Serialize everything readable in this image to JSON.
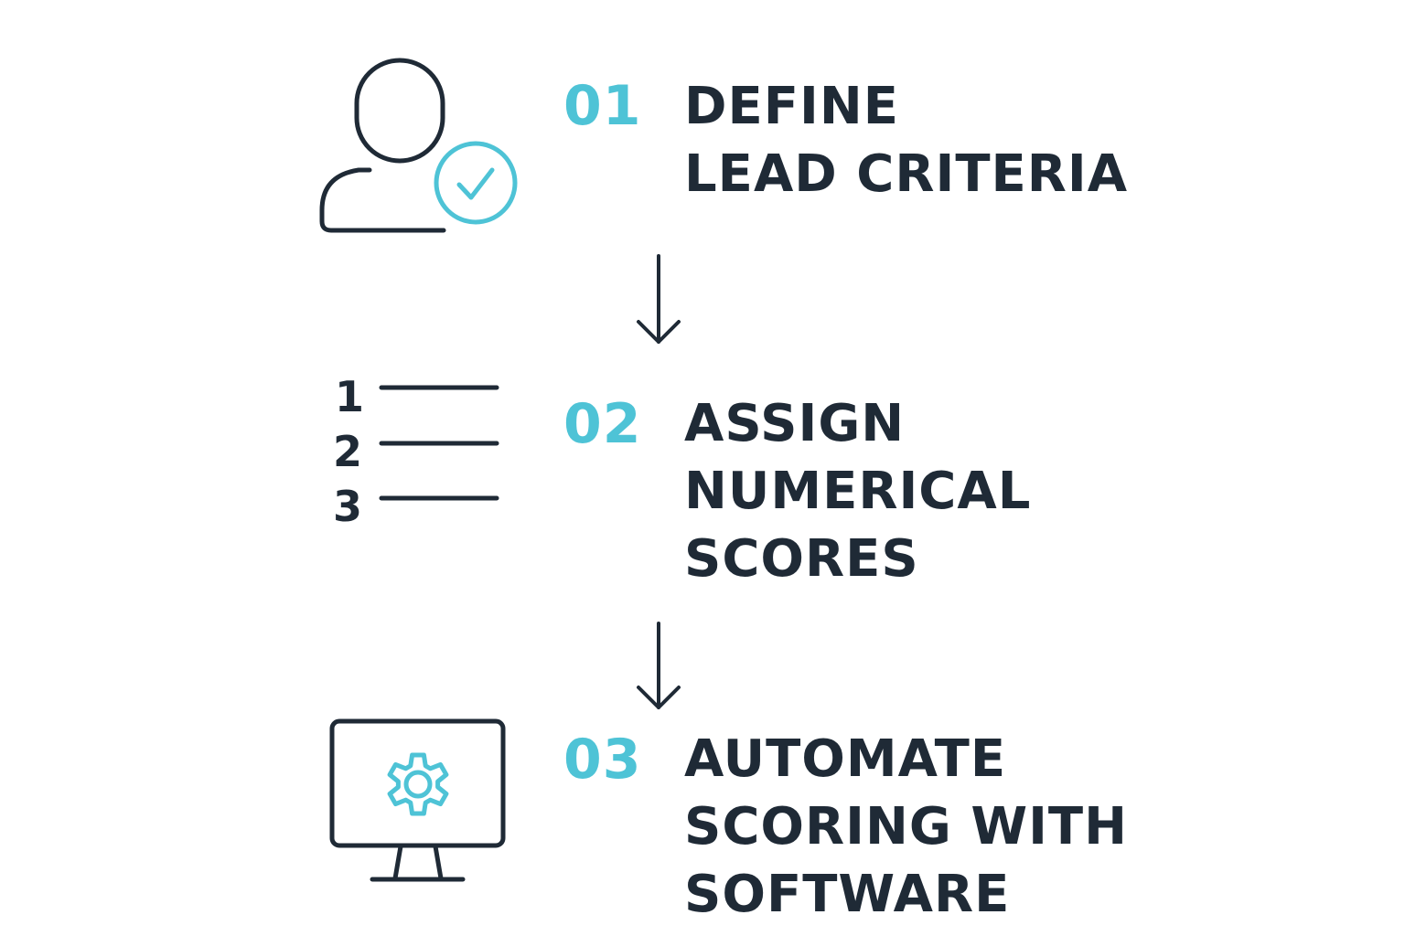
{
  "colors": {
    "dark": "#1f2a36",
    "accent": "#4ec3d6",
    "background": "#ffffff"
  },
  "steps": [
    {
      "number": "01",
      "title_lines": [
        "DEFINE",
        "LEAD CRITERIA"
      ],
      "icon": "user-check-icon"
    },
    {
      "number": "02",
      "title_lines": [
        "ASSIGN",
        "NUMERICAL",
        "SCORES"
      ],
      "icon": "numbered-list-icon",
      "list_numbers": [
        "1",
        "2",
        "3"
      ]
    },
    {
      "number": "03",
      "title_lines": [
        "AUTOMATE",
        "SCORING WITH",
        "SOFTWARE"
      ],
      "icon": "monitor-gear-icon"
    }
  ],
  "connectors": [
    "arrow-down-icon",
    "arrow-down-icon"
  ]
}
